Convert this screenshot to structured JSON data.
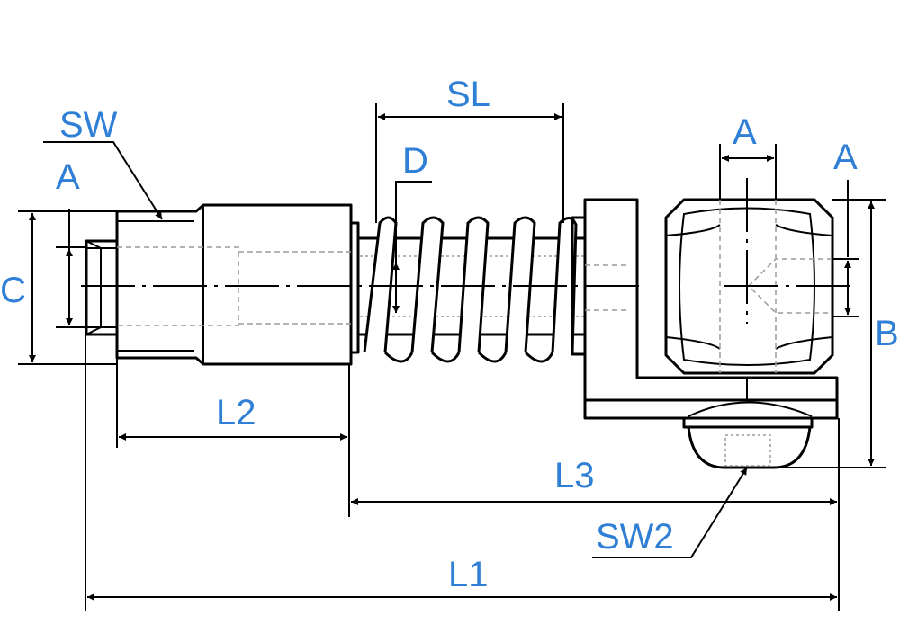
{
  "diagram": {
    "label_color": "#2f7fd6",
    "line_color": "#000000",
    "hidden_line_color": "#9a9a9a",
    "labels": {
      "sw": "SW",
      "a_left": "A",
      "c": "C",
      "l2": "L2",
      "sl": "SL",
      "d": "D",
      "a_top": "A",
      "a_right": "A",
      "b": "B",
      "l3": "L3",
      "sw2": "SW2",
      "l1": "L1"
    }
  }
}
